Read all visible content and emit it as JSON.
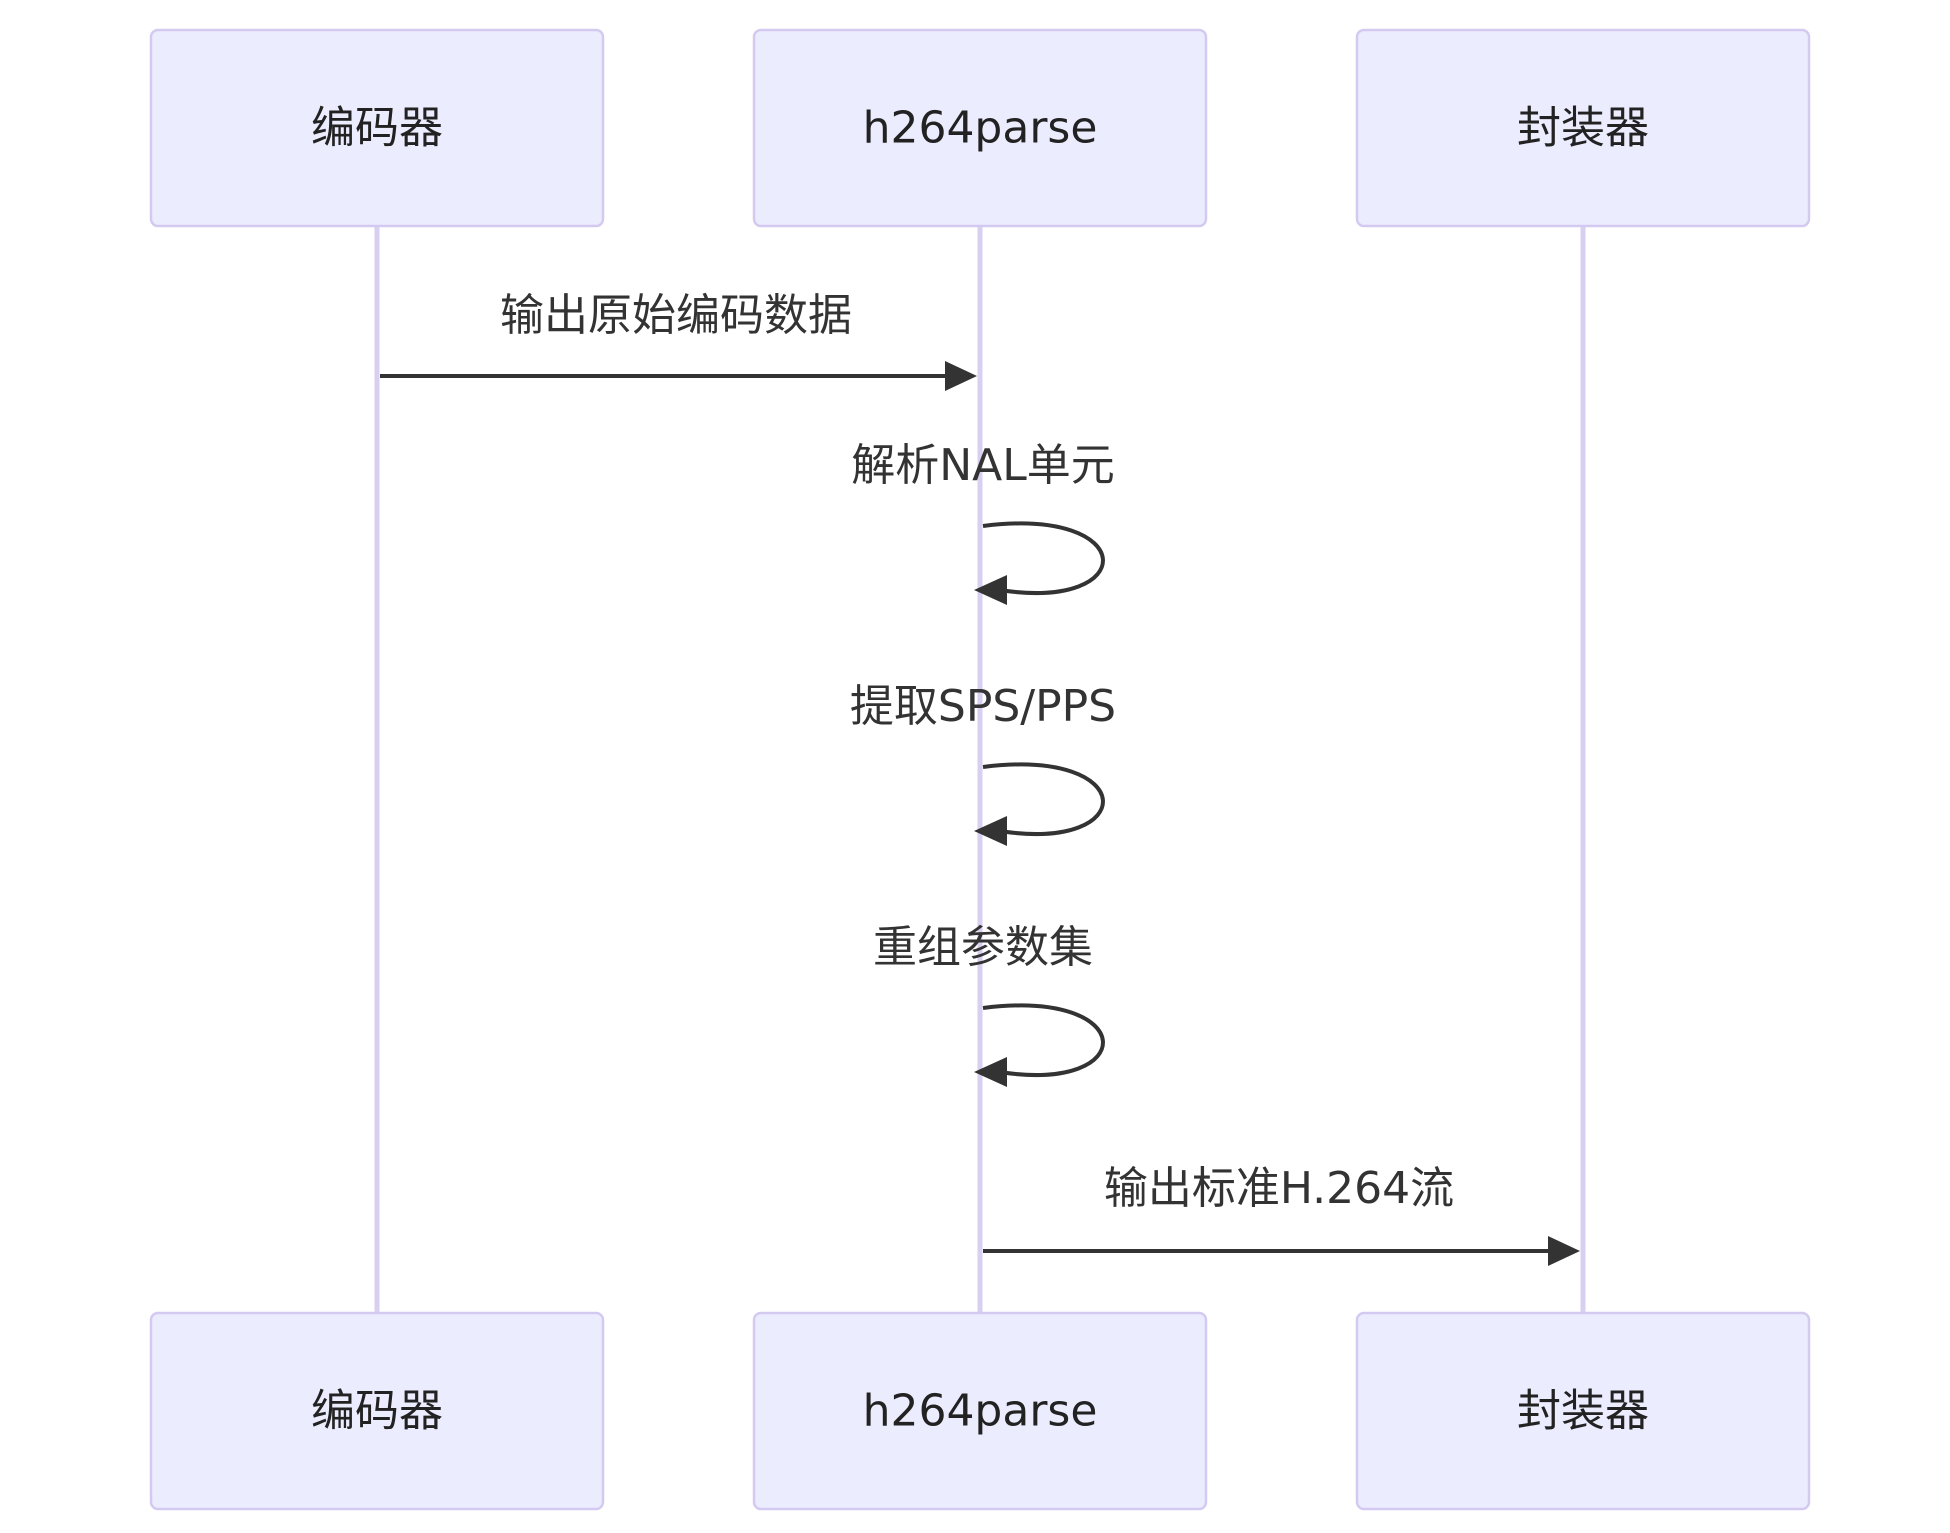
{
  "colors": {
    "actor_fill": "#ececff",
    "actor_border": "#d4c9f0",
    "lifeline": "#d9cff0",
    "message": "#333333",
    "text": "#222222"
  },
  "actors": [
    {
      "id": "encoder",
      "label": "编码器"
    },
    {
      "id": "parser",
      "label": "h264parse"
    },
    {
      "id": "muxer",
      "label": "封装器"
    }
  ],
  "messages": [
    {
      "from": "encoder",
      "to": "parser",
      "label": "输出原始编码数据"
    },
    {
      "from": "parser",
      "to": "parser",
      "label": "解析NAL单元"
    },
    {
      "from": "parser",
      "to": "parser",
      "label": "提取SPS/PPS"
    },
    {
      "from": "parser",
      "to": "parser",
      "label": "重组参数集"
    },
    {
      "from": "parser",
      "to": "muxer",
      "label": "输出标准H.264流"
    }
  ]
}
